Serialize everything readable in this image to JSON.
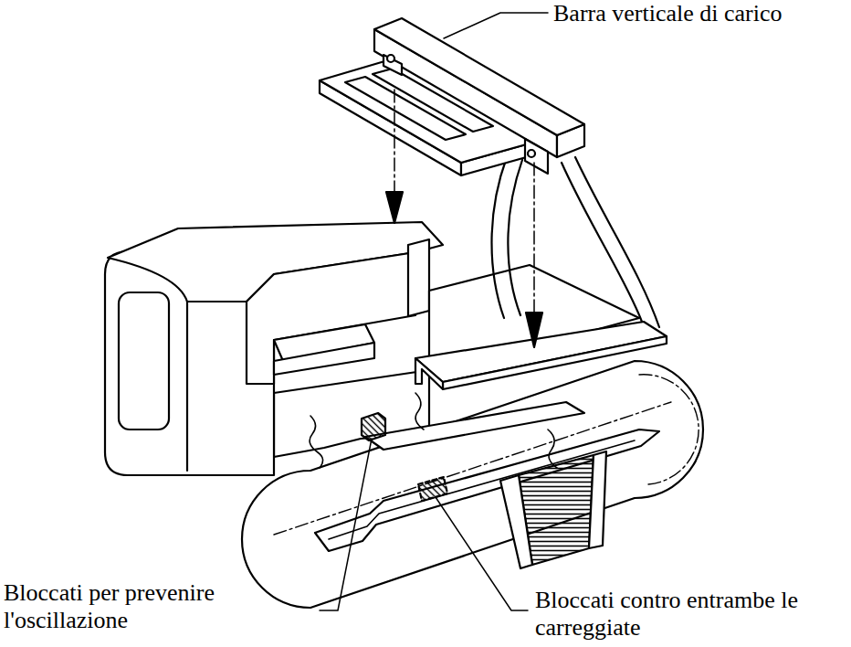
{
  "diagram": {
    "labels": [
      "Barra verticale di carico",
      "Bloccati per prevenire l'oscillazione",
      "Bloccati contro entrambe le carreggiate"
    ]
  }
}
